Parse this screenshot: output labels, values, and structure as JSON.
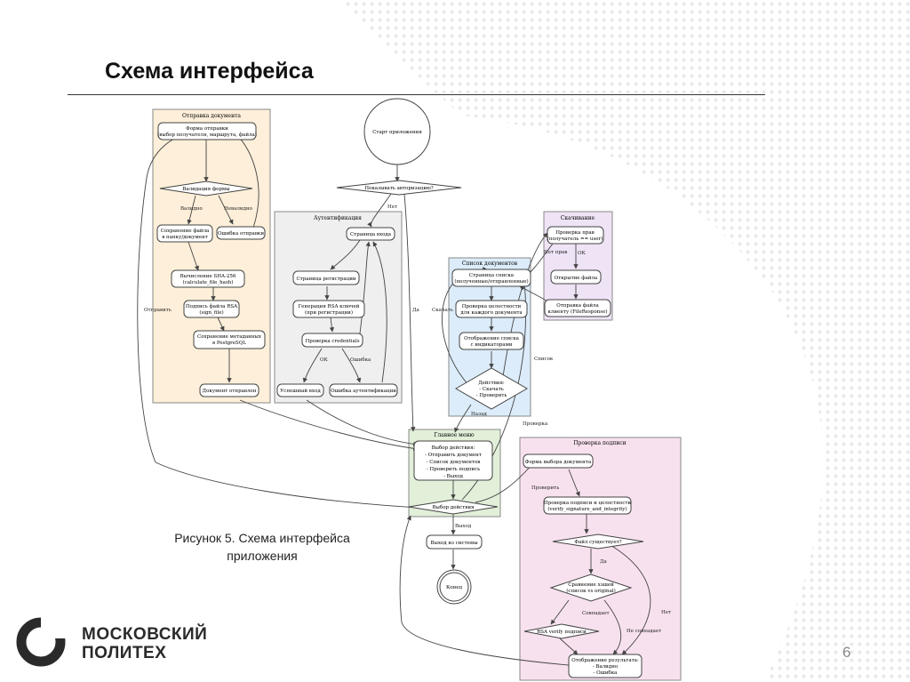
{
  "slide": {
    "title": "Схема интерфейса",
    "caption_line1": "Рисунок 5. Схема интерфейса",
    "caption_line2": "приложения",
    "page_number": "6"
  },
  "logo": {
    "line1": "МОСКОВСКИЙ",
    "line2": "ПОЛИТЕХ"
  },
  "colors": {
    "send_cluster": "#fdefd9",
    "auth_cluster": "#efefef",
    "list_cluster": "#dcecfa",
    "download_cluster": "#efe3f6",
    "main_cluster": "#e2efd9",
    "verify_cluster": "#f8e1ee",
    "node_fill": "#ffffff",
    "stroke": "#444444"
  },
  "clusters": {
    "send": "Отправка документа",
    "auth": "Аутентификация",
    "list": "Список документов",
    "download": "Скачивание",
    "main": "Главное меню",
    "verify": "Проверка подписи"
  },
  "nodes": {
    "start": "Старт приложения",
    "show_auth": "Показывать авторизацию?",
    "send_form_1": "Форма отправки",
    "send_form_2": "(выбор получателя, маршрута, файла)",
    "send_validate": "Валидация формы",
    "send_save_1": "Сохранение файла",
    "send_save_2": "в папку/документ",
    "send_error": "Ошибка отправки",
    "send_sha_1": "Вычисление SHA-256",
    "send_sha_2": "(calculate_file_hash)",
    "send_sign_1": "Подпись файла RSA",
    "send_sign_2": "(sign_file)",
    "send_meta_1": "Сохранение метаданных",
    "send_meta_2": "в PostgreSQL",
    "send_done": "Документ отправлен",
    "auth_login": "Страница входа",
    "auth_register": "Страница регистрации",
    "auth_keys_1": "Генерация RSA ключей",
    "auth_keys_2": "(при регистрации)",
    "auth_check": "Проверка credentials",
    "auth_success": "Успешный вход",
    "auth_error": "Ошибка аутентификации",
    "list_page_1": "Страница списка",
    "list_page_2": "(полученные/отправленные)",
    "list_check_1": "Проверка целостности",
    "list_check_2": "для каждого документа",
    "list_show_1": "Отображение списка",
    "list_show_2": "с индикаторами",
    "list_action_1": "Действия:",
    "list_action_2": "- Скачать",
    "list_action_3": "- Проверить",
    "dl_check_1": "Проверка прав",
    "dl_check_2": "(получатель == user)",
    "dl_open": "Открытие файла",
    "dl_send_1": "Отправка файла",
    "dl_send_2": "клиенту (FileResponse)",
    "main_menu_1": "Выбор действия:",
    "main_menu_2": "- Отправить документ",
    "main_menu_3": "- Список документов",
    "main_menu_4": "- Проверить подпись",
    "main_menu_5": "- Выход",
    "main_choice": "Выбор действия",
    "logout": "Выход из системы",
    "end": "Конец",
    "ver_form": "Форма выбора документа",
    "ver_check_1": "Проверка подписи и целостности",
    "ver_check_2": "(verify_signature_and_integrity)",
    "ver_exists": "Файл существует?",
    "ver_compare_1": "Сравнение хэшей",
    "ver_compare_2": "(список vs original)",
    "ver_rsa": "RSA verify подписи",
    "ver_result_1": "Отображение результата:",
    "ver_result_2": "- Валидно",
    "ver_result_3": "- Ошибка"
  },
  "edges": {
    "valid": "Валидно",
    "invalid": "Невалидно",
    "send": "Отправить",
    "no": "Нет",
    "yes": "Да",
    "ok": "ОК",
    "error": "Ошибка",
    "download": "Скачать",
    "no_rights": "Нет прав",
    "ok2": "ОК",
    "list": "Список",
    "back": "Назад",
    "verify_choice": "Проверка",
    "verify": "Проверить",
    "exit": "Выход",
    "yes2": "Да",
    "match": "Совпадает",
    "mismatch": "Не совпадает",
    "no2": "Нет"
  }
}
